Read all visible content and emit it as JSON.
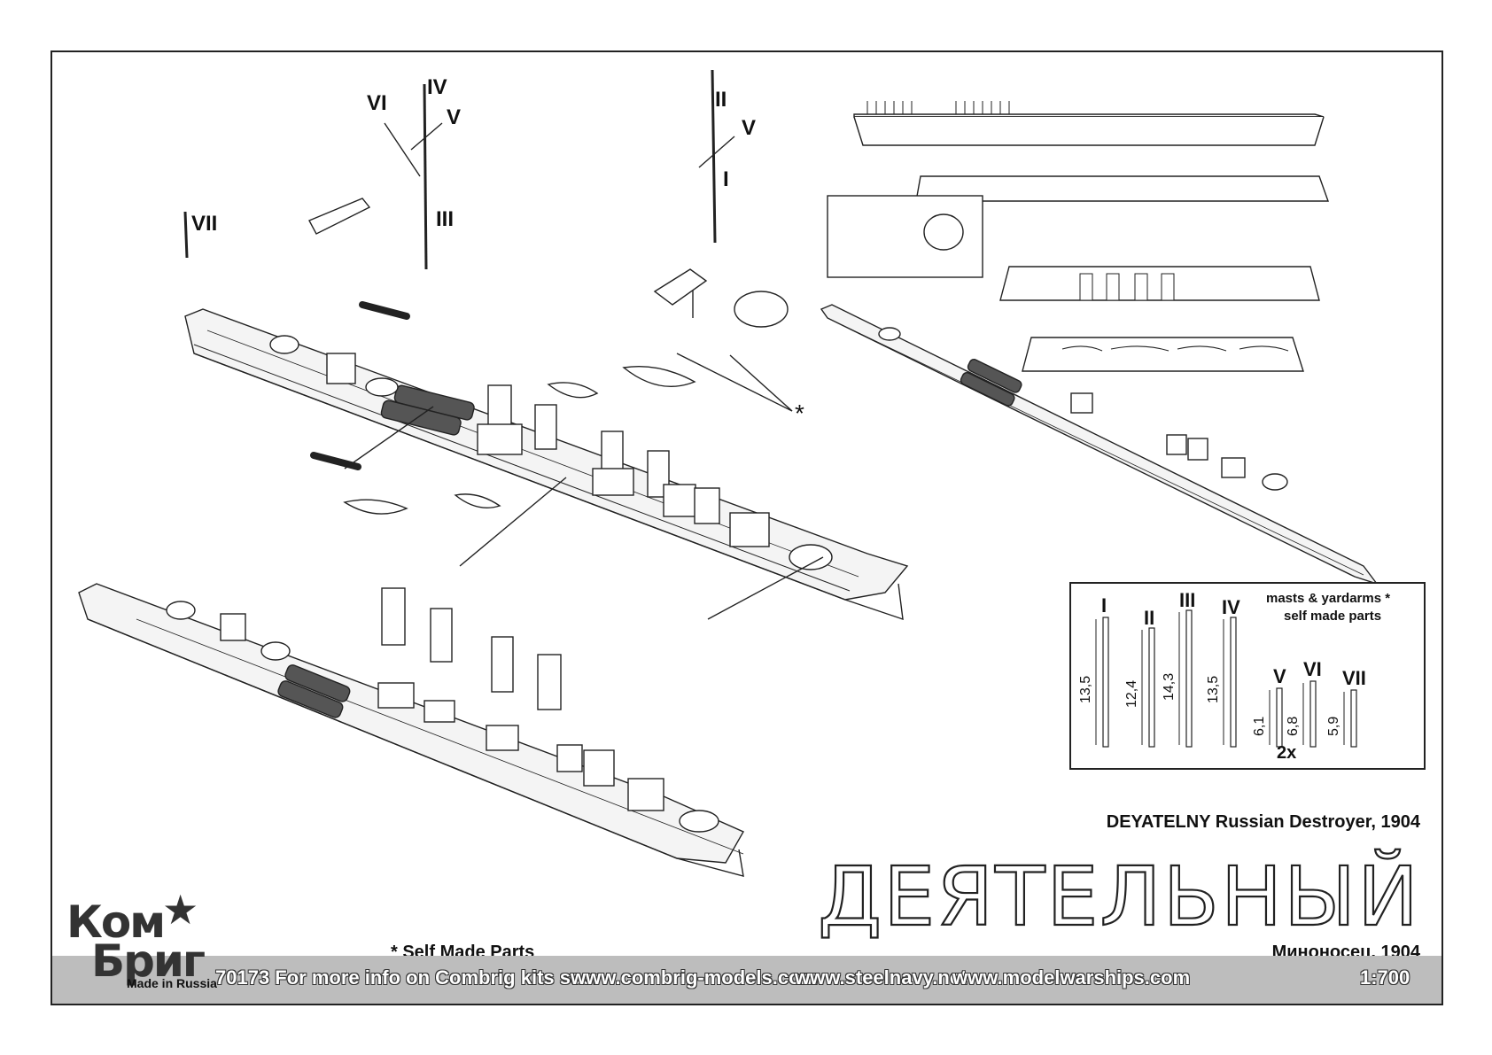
{
  "sheet": {
    "title_en": "DEYATELNY Russian Destroyer, 1904",
    "title_ru": "ДЕЯТЕЛЬНЫЙ",
    "subtitle_ru": "Миноносец, 1904",
    "self_made_note": "* Self Made Parts"
  },
  "labels": {
    "vii": "VII",
    "vi": "VI",
    "iv": "IV",
    "v_left": "V",
    "iii": "III",
    "ii": "II",
    "v_right": "V",
    "i": "I",
    "asterisk": "*"
  },
  "spec_table": {
    "heading_1": "masts & yardarms",
    "heading_star": "*",
    "heading_2": "self made parts",
    "items": [
      {
        "roman": "I",
        "length": "13,5"
      },
      {
        "roman": "II",
        "length": "12,4"
      },
      {
        "roman": "III",
        "length": "14,3"
      },
      {
        "roman": "IV",
        "length": "13,5"
      },
      {
        "roman": "V",
        "length": "6,1"
      },
      {
        "roman": "VI",
        "length": "6,8"
      },
      {
        "roman": "VII",
        "length": "5,9"
      }
    ],
    "multiplier": "2x"
  },
  "logo": {
    "line1": "Ком",
    "line2": "Бриг",
    "made_in": "Made in Russia"
  },
  "footer": {
    "kit_info": "70173 For more info on Combrig kits see:",
    "site1": "www.combrig-models.com",
    "site2": "www.steelnavy.net",
    "site3": "www.modelwarships.com",
    "scale": "1:700"
  },
  "colors": {
    "footer_bg": "#bdbdbd",
    "line": "#222222",
    "hull_fill": "#f2f2f2"
  }
}
